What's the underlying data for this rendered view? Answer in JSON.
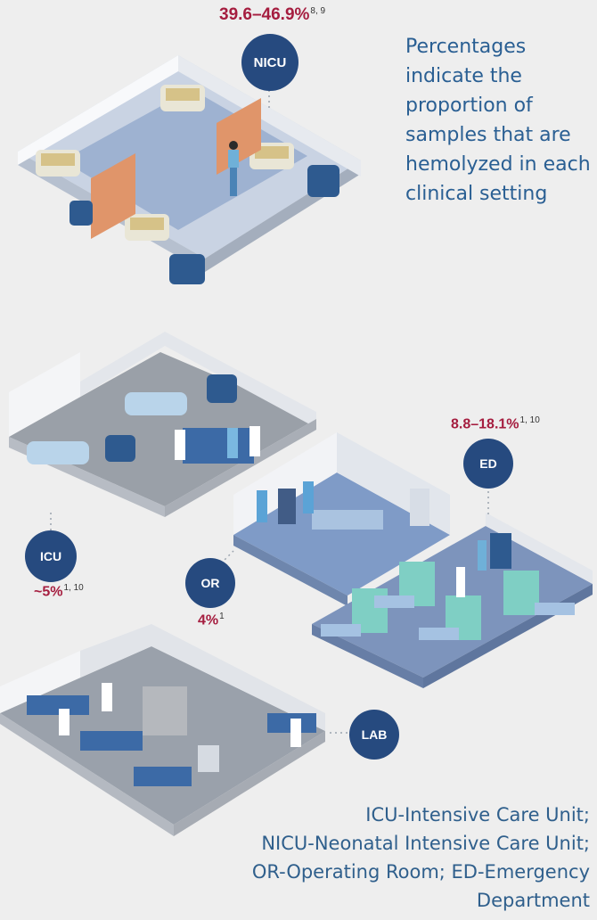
{
  "settings": [
    {
      "name": "NICU",
      "percentage": "39.6–46.9%",
      "refs": "8, 9"
    },
    {
      "name": "ED",
      "percentage": "8.8–18.1%",
      "refs": "1, 10"
    },
    {
      "name": "ICU",
      "percentage": "~5%",
      "refs": "1, 10"
    },
    {
      "name": "OR",
      "percentage": "4%",
      "refs": "1"
    },
    {
      "name": "LAB"
    }
  ],
  "note": "Percentages indicate the proportion of samples that are hemolyzed in each clinical setting",
  "legend": [
    "ICU-Intensive Care Unit;",
    "NICU-Neonatal Intensive Care Unit;",
    "OR-Operating Room; ED-Emergency",
    "Department"
  ],
  "colors": {
    "accent": "#a51d3f",
    "badge": "#264a7f",
    "text": "#2a5f93"
  }
}
